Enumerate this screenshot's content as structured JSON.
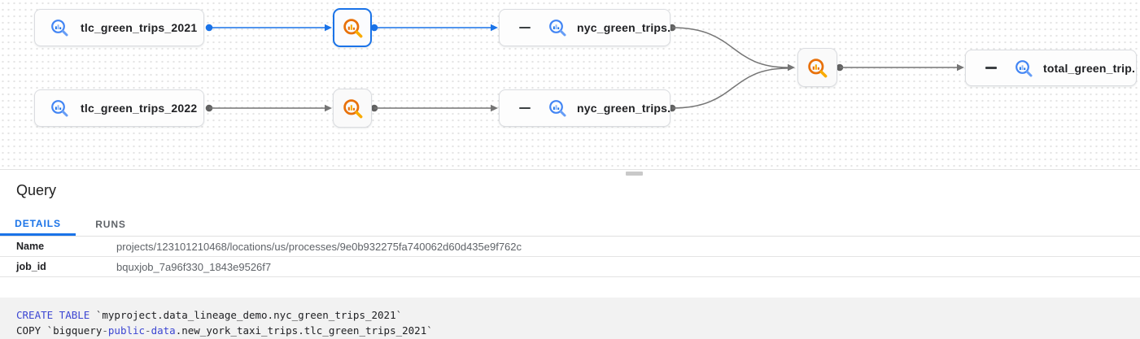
{
  "graph": {
    "nodes": {
      "tlc2021": {
        "label": "tlc_green_trips_2021"
      },
      "tlc2022": {
        "label": "tlc_green_trips_2022"
      },
      "nyc2021": {
        "label": "nyc_green_trips..."
      },
      "nyc2022": {
        "label": "nyc_green_trips..."
      },
      "total": {
        "label": "total_green_trip..."
      }
    },
    "icons": {
      "table_icon": "bigquery-table-icon",
      "process_icon": "bigquery-process-icon"
    },
    "colors": {
      "selected_edge": "#1a73e8",
      "edge": "#757575",
      "table_icon_blue": "#4285f4",
      "process_icon_orange": "#e8710a",
      "process_handle_orange": "#f9ab00"
    }
  },
  "panel": {
    "title": "Query",
    "tabs": {
      "details": "DETAILS",
      "runs": "RUNS"
    },
    "fields": [
      {
        "label": "Name",
        "value": "projects/123101210468/locations/us/processes/9e0b932275fa740062d60d435e9f762c"
      },
      {
        "label": "job_id",
        "value": "bquxjob_7a96f330_1843e9526f7"
      }
    ]
  },
  "sql": {
    "line1": {
      "kw": "CREATE TABLE",
      "rest": " `myproject.data_lineage_demo.nyc_green_trips_2021`"
    },
    "line2": {
      "t1": "COPY `bigquery",
      "h1": "-",
      "k1": "public",
      "h2": "-",
      "k2": "data",
      "rest": ".new_york_taxi_trips.tlc_green_trips_2021`"
    },
    "keyword_color": "#3c46d2"
  }
}
